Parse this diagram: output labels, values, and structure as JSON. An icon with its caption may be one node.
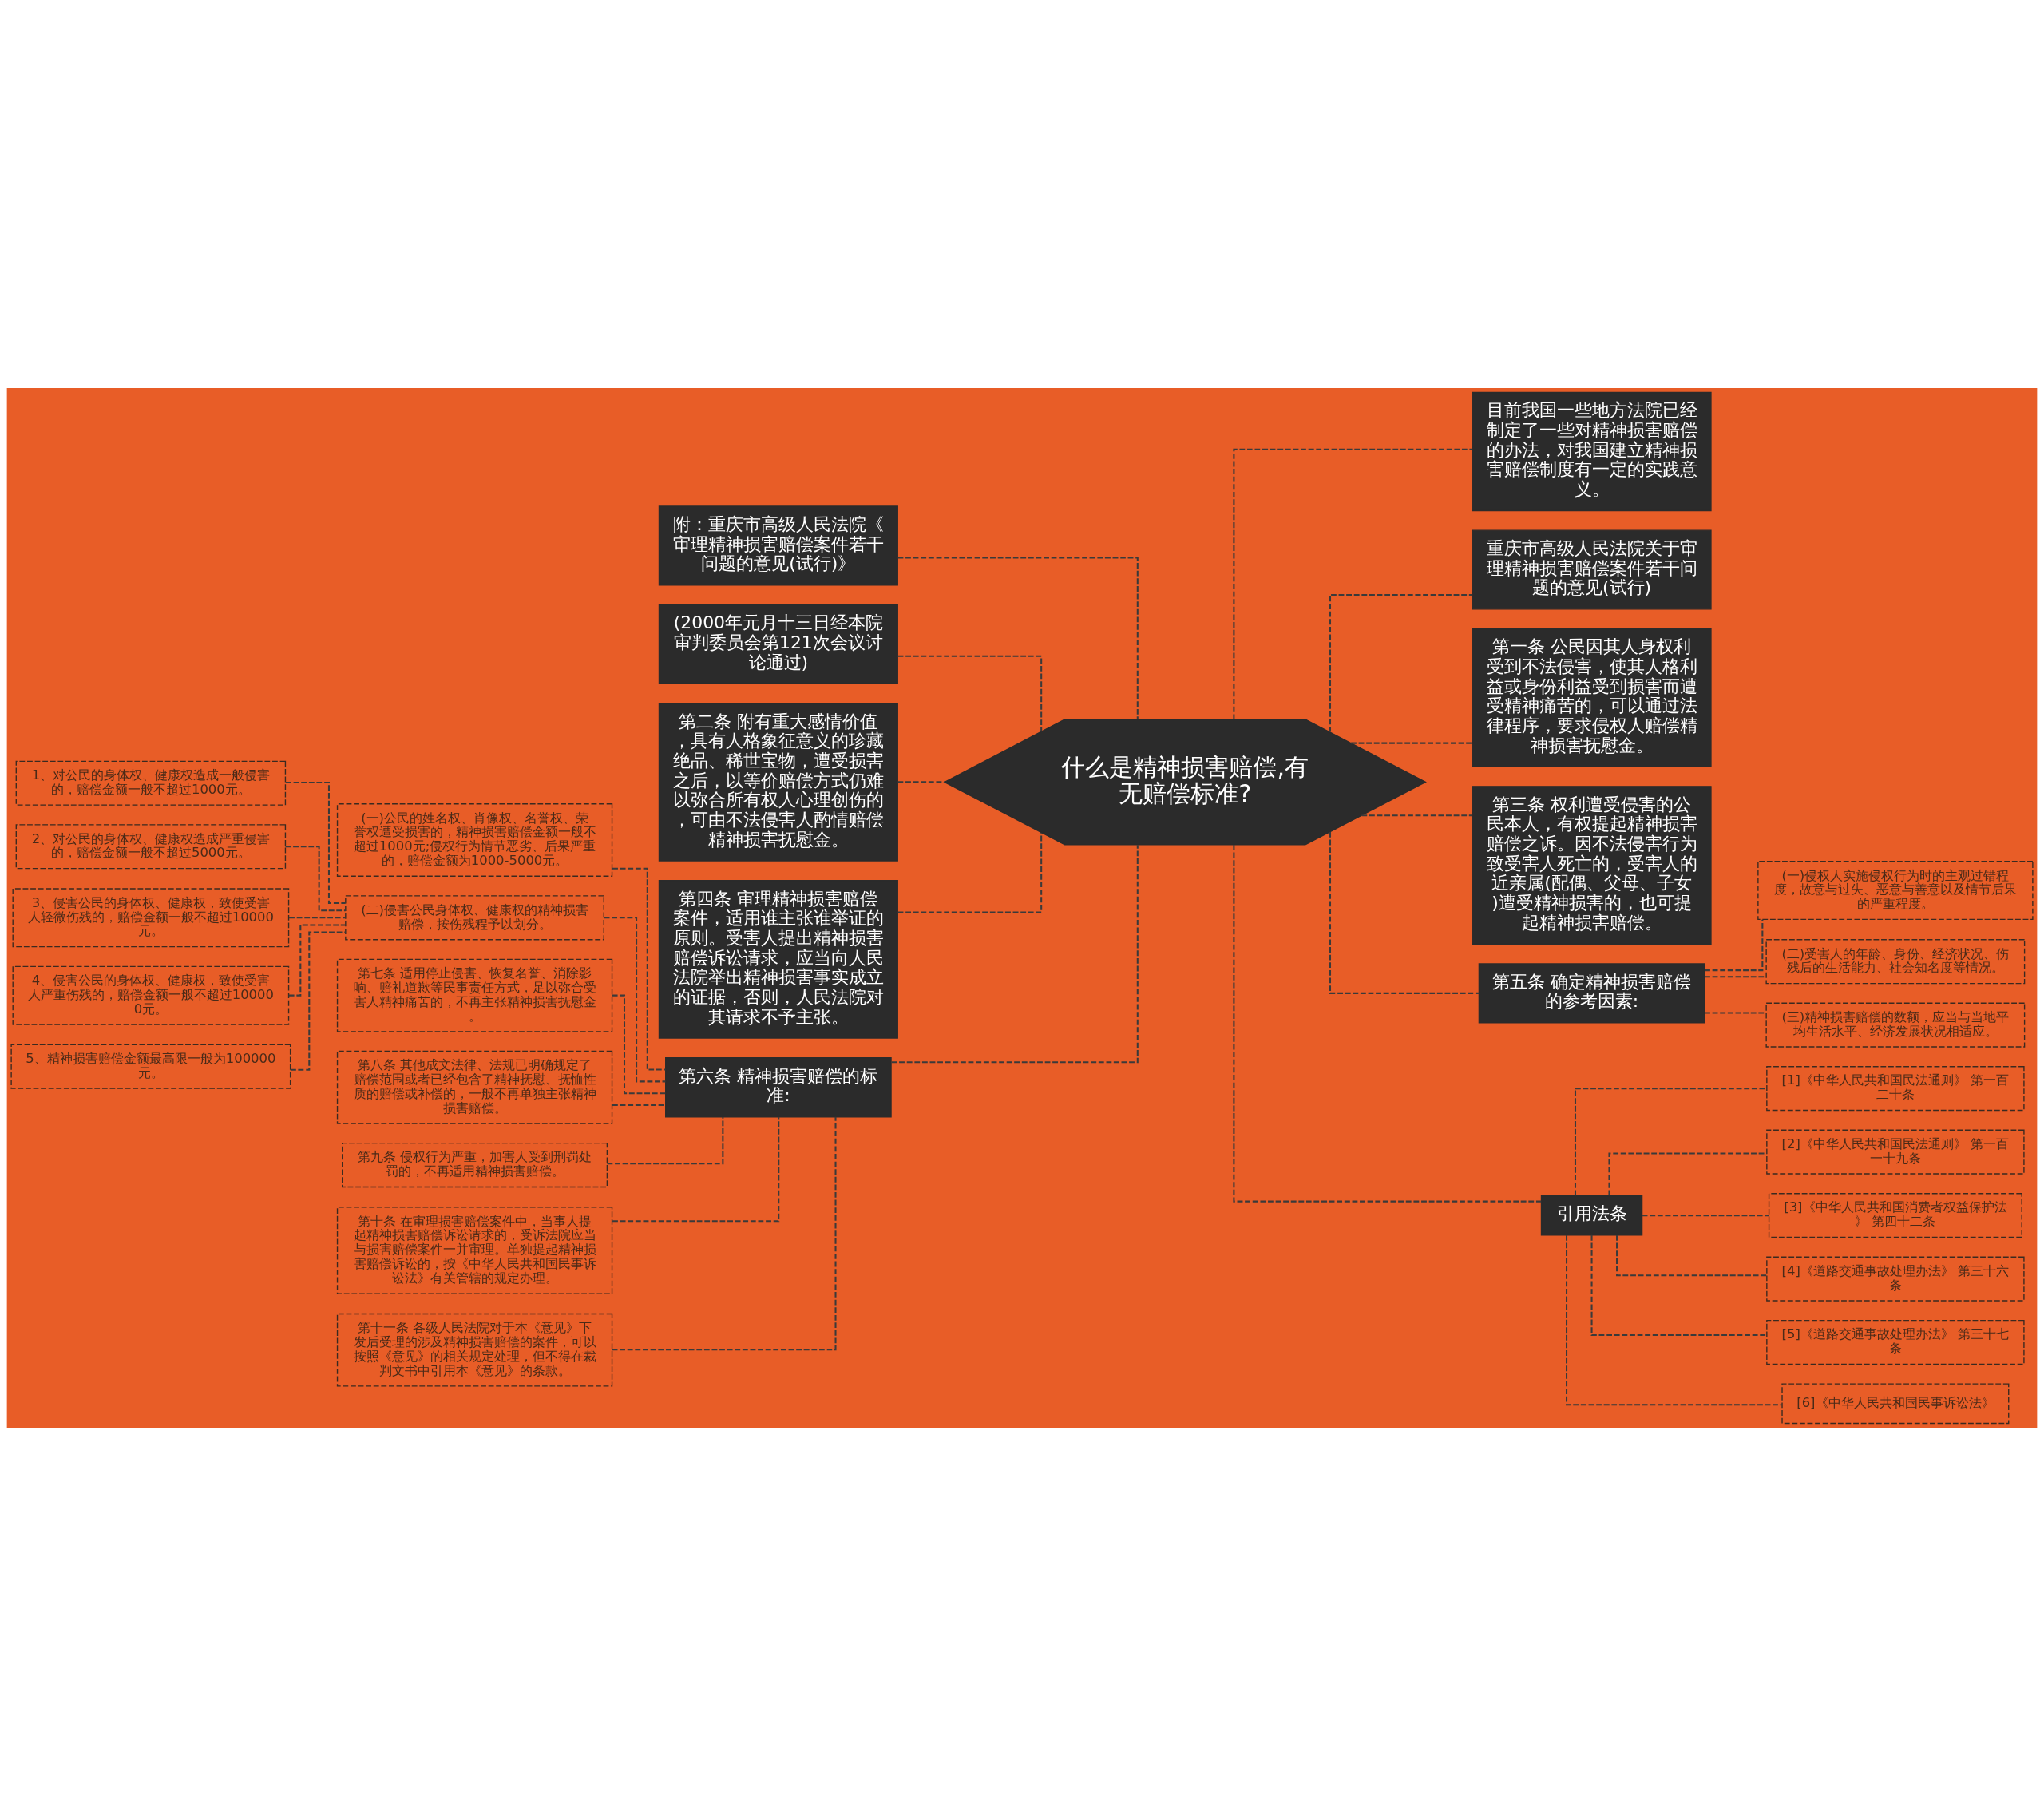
{
  "diagram": {
    "nodes": [
      {
        "text": [
          "什么是精神损害赔偿,有无赔偿标准?"
        ]
      },
      {
        "text": [
          "附：重庆市高级人民法院《审理精神损害赔偿案件若干问题的意见(试行)》"
        ]
      },
      {
        "text": [
          "(2000年元月十三日经本院审判委员会第121次会议讨论通过)"
        ]
      },
      {
        "text": [
          "第二条 附有重大感情价值，具有人格象征意义的珍藏绝品、稀世宝物，遭受损害之后，以等价赔偿方式仍难以弥合所有权人心理创伤的，可由不法侵害人酌情赔偿精神损害抚慰金。"
        ]
      },
      {
        "text": [
          "第四条 审理精神损害赔偿案件，适用谁主张谁举证的原则。受害人提出精神损害赔偿诉讼请求，应当向人民法院举出精神损害事实成立的证据，否则，人民法院对其请求不予主张。"
        ]
      },
      {
        "text": [
          "第六条 精神损害赔偿的标准:"
        ]
      },
      {
        "text": [
          "(一)公民的姓名权、肖像权、名誉权、荣誉权遭受损害的，精神损害赔偿金额一般不超过1000元;侵权行为情节恶劣、后果严重的，赔偿金额为1000-5000元。"
        ]
      },
      {
        "text": [
          "(二)侵害公民身体权、健康权的精神损害赔偿，按伤残程予以划分。"
        ]
      },
      {
        "text": [
          "第七条 适用停止侵害、恢复名誉、消除影响、赔礼道歉等民事责任方式，足以弥合受害人精神痛苦的，不再主张精神损害抚慰金。"
        ]
      },
      {
        "text": [
          "第八条 其他成文法律、法规已明确规定了赔偿范围或者已经包含了精神抚慰、抚恤性质的赔偿或补偿的，一般不再单独主张精神损害赔偿。"
        ]
      },
      {
        "text": [
          "第九条 侵权行为严重，加害人受到刑罚处罚的，不再适用精神损害赔偿。"
        ]
      },
      {
        "text": [
          "第十条 在审理损害赔偿案件中，当事人提起精神损害赔偿诉讼请求的，受诉法院应当与损害赔偿案件一并审理。单独提起精神损害赔偿诉讼的，按《中华人民共和国民事诉讼法》有关管辖的规定办理。"
        ]
      },
      {
        "text": [
          "第十一条 各级人民法院对于本《意见》下发后受理的涉及精神损害赔偿的案件，可以按照《意见》的相关规定处理，但不得在裁判文书中引用本《意见》的条款。"
        ]
      },
      {
        "text": [
          "1、对公民的身体权、健康权造成一般侵害的，赔偿金额一般不超过1000元。"
        ]
      },
      {
        "text": [
          "2、对公民的身体权、健康权造成严重侵害的，赔偿金额一般不超过5000元。"
        ]
      },
      {
        "text": [
          "3、侵害公民的身体权、健康权，致使受害人轻微伤残的，赔偿金额一般不超过10000元。"
        ]
      },
      {
        "text": [
          "4、侵害公民的身体权、健康权，致使受害人严重伤残的，赔偿金额一般不超过100000元。"
        ]
      },
      {
        "text": [
          "5、精神损害赔偿金额最高限一般为100000元。"
        ]
      },
      {
        "text": [
          "目前我国一些地方法院已经制定了一些对精神损害赔偿的办法，对我国建立精神损害赔偿制度有一定的实践意义。"
        ]
      },
      {
        "text": [
          "重庆市高级人民法院关于审理精神损害赔偿案件若干问题的意见(试行)"
        ]
      },
      {
        "text": [
          "第一条 公民因其人身权利受到不法侵害，使其人格利益或身份利益受到损害而遭受精神痛苦的，可以通过法律程序，要求侵权人赔偿精神损害抚慰金。"
        ]
      },
      {
        "text": [
          "第三条 权利遭受侵害的公民本人，有权提起精神损害赔偿之诉。因不法侵害行为致受害人死亡的，受害人的近亲属(配偶、父母、子女)遭受精神损害的，也可提起精神损害赔偿。"
        ]
      },
      {
        "text": [
          "第五条 确定精神损害赔偿的参考因素:"
        ]
      },
      {
        "text": [
          "(一)侵权人实施侵权行为时的主观过错程度，故意与过失、恶意与善意以及情节后果的严重程度。"
        ]
      },
      {
        "text": [
          "(二)受害人的年龄、身份、经济状况、伤残后的生活能力、社会知名度等情况。"
        ]
      },
      {
        "text": [
          "(三)精神损害赔偿的数额，应当与当地平均生活水平、经济发展状况相适应。"
        ]
      },
      {
        "text": [
          "引用法条"
        ]
      },
      {
        "text": [
          "[1]《中华人民共和国民法通则》 第一百二十条"
        ]
      },
      {
        "text": [
          "[2]《中华人民共和国民法通则》 第一百一十九条"
        ]
      },
      {
        "text": [
          "[3]《中华人民共和国消费者权益保护法》 第四十二条"
        ]
      },
      {
        "text": [
          "[4]《道路交通事故处理办法》 第三十六条"
        ]
      },
      {
        "text": [
          "[5]《道路交通事故处理办法》 第三十七条"
        ]
      },
      {
        "text": [
          "[6]《中华人民共和国民事诉讼法》"
        ]
      }
    ],
    "edges": [
      {
        "from": 0,
        "to": 1,
        "arrow": "none",
        "style": "dashed"
      },
      {
        "from": 0,
        "to": 2,
        "arrow": "none",
        "style": "dashed"
      },
      {
        "from": 0,
        "to": 3,
        "arrow": "none",
        "style": "dashed"
      },
      {
        "from": 0,
        "to": 4,
        "arrow": "none",
        "style": "dashed"
      },
      {
        "from": 0,
        "to": 5,
        "arrow": "none",
        "style": "dashed"
      },
      {
        "from": 5,
        "to": 6,
        "arrow": "none",
        "style": "dashed"
      },
      {
        "from": 5,
        "to": 7,
        "arrow": "none",
        "style": "dashed"
      },
      {
        "from": 5,
        "to": 8,
        "arrow": "none",
        "style": "dashed"
      },
      {
        "from": 5,
        "to": 9,
        "arrow": "none",
        "style": "dashed"
      },
      {
        "from": 5,
        "to": 10,
        "arrow": "none",
        "style": "dashed"
      },
      {
        "from": 5,
        "to": 11,
        "arrow": "none",
        "style": "dashed"
      },
      {
        "from": 5,
        "to": 12,
        "arrow": "none",
        "style": "dashed"
      },
      {
        "from": 7,
        "to": 13,
        "arrow": "none",
        "style": "dashed"
      },
      {
        "from": 7,
        "to": 14,
        "arrow": "none",
        "style": "dashed"
      },
      {
        "from": 7,
        "to": 15,
        "arrow": "none",
        "style": "dashed"
      },
      {
        "from": 7,
        "to": 16,
        "arrow": "none",
        "style": "dashed"
      },
      {
        "from": 7,
        "to": 17,
        "arrow": "none",
        "style": "dashed"
      },
      {
        "from": 0,
        "to": 18,
        "arrow": "none",
        "style": "dashed"
      },
      {
        "from": 0,
        "to": 19,
        "arrow": "none",
        "style": "dashed"
      },
      {
        "from": 0,
        "to": 20,
        "arrow": "none",
        "style": "dashed"
      },
      {
        "from": 0,
        "to": 21,
        "arrow": "none",
        "style": "dashed"
      },
      {
        "from": 0,
        "to": 22,
        "arrow": "none",
        "style": "dashed"
      },
      {
        "from": 22,
        "to": 23,
        "arrow": "none",
        "style": "dashed"
      },
      {
        "from": 22,
        "to": 24,
        "arrow": "none",
        "style": "dashed"
      },
      {
        "from": 22,
        "to": 25,
        "arrow": "none",
        "style": "dashed"
      },
      {
        "from": 0,
        "to": 26,
        "arrow": "none",
        "style": "dashed"
      },
      {
        "from": 26,
        "to": 27,
        "arrow": "none",
        "style": "dashed"
      },
      {
        "from": 26,
        "to": 28,
        "arrow": "none",
        "style": "dashed"
      },
      {
        "from": 26,
        "to": 29,
        "arrow": "none",
        "style": "dashed"
      },
      {
        "from": 26,
        "to": 30,
        "arrow": "none",
        "style": "dashed"
      },
      {
        "from": 26,
        "to": 31,
        "arrow": "none",
        "style": "dashed"
      },
      {
        "from": 26,
        "to": 32,
        "arrow": "none",
        "style": "dashed"
      }
    ]
  }
}
